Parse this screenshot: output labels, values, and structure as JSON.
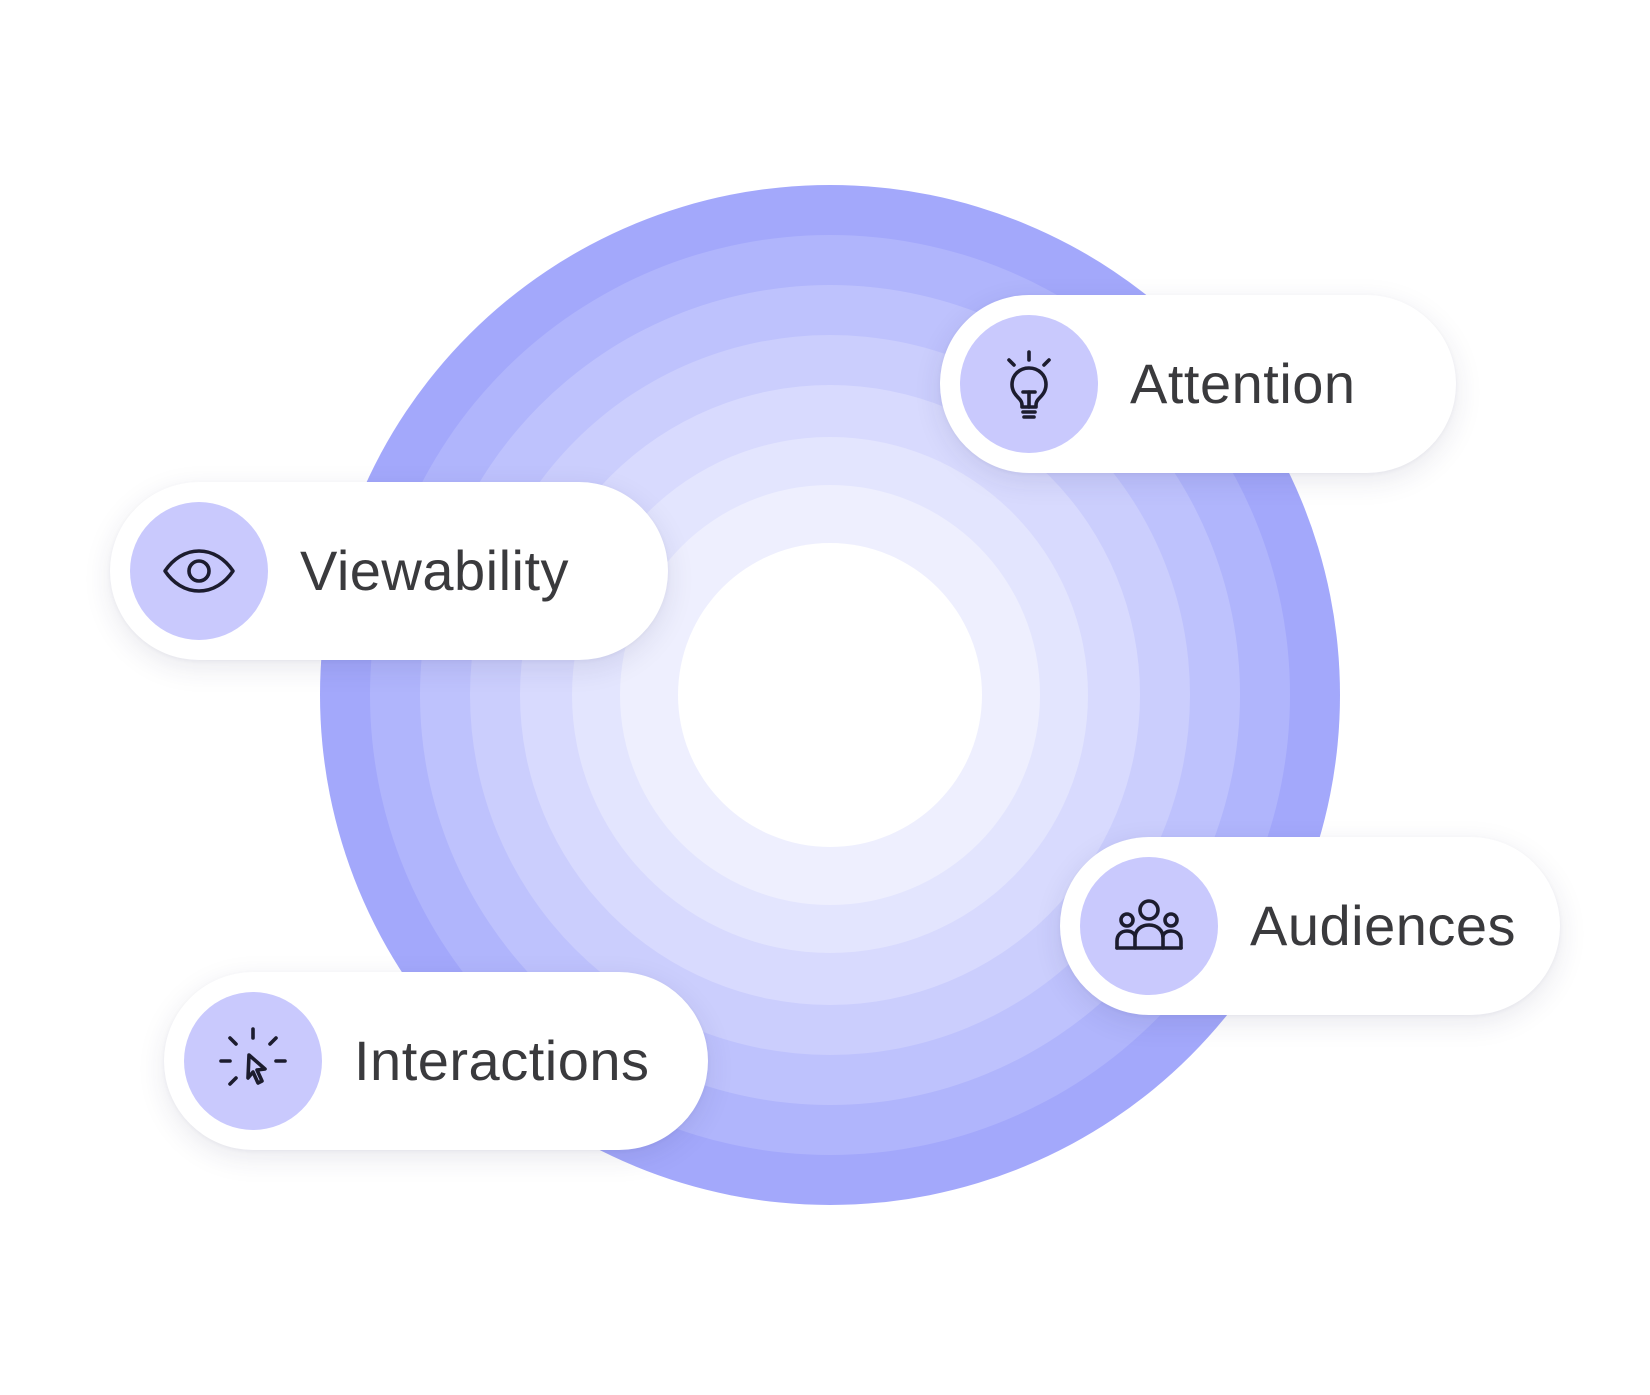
{
  "diagram": {
    "rings": {
      "colors": [
        "#a3a8fb",
        "#b0b5fc",
        "#bec2fd",
        "#cbcefd",
        "#d8dafe",
        "#e3e5fe",
        "#eeeffe",
        "#ffffff"
      ]
    },
    "items": [
      {
        "label": "Attention",
        "icon": "lightbulb-icon"
      },
      {
        "label": "Viewability",
        "icon": "eye-icon"
      },
      {
        "label": "Audiences",
        "icon": "people-group-icon"
      },
      {
        "label": "Interactions",
        "icon": "cursor-click-icon"
      }
    ],
    "colors": {
      "icon_circle": "#c9c9fd",
      "icon_stroke": "#1c1c2e",
      "label_text": "#3a3a3d"
    }
  }
}
